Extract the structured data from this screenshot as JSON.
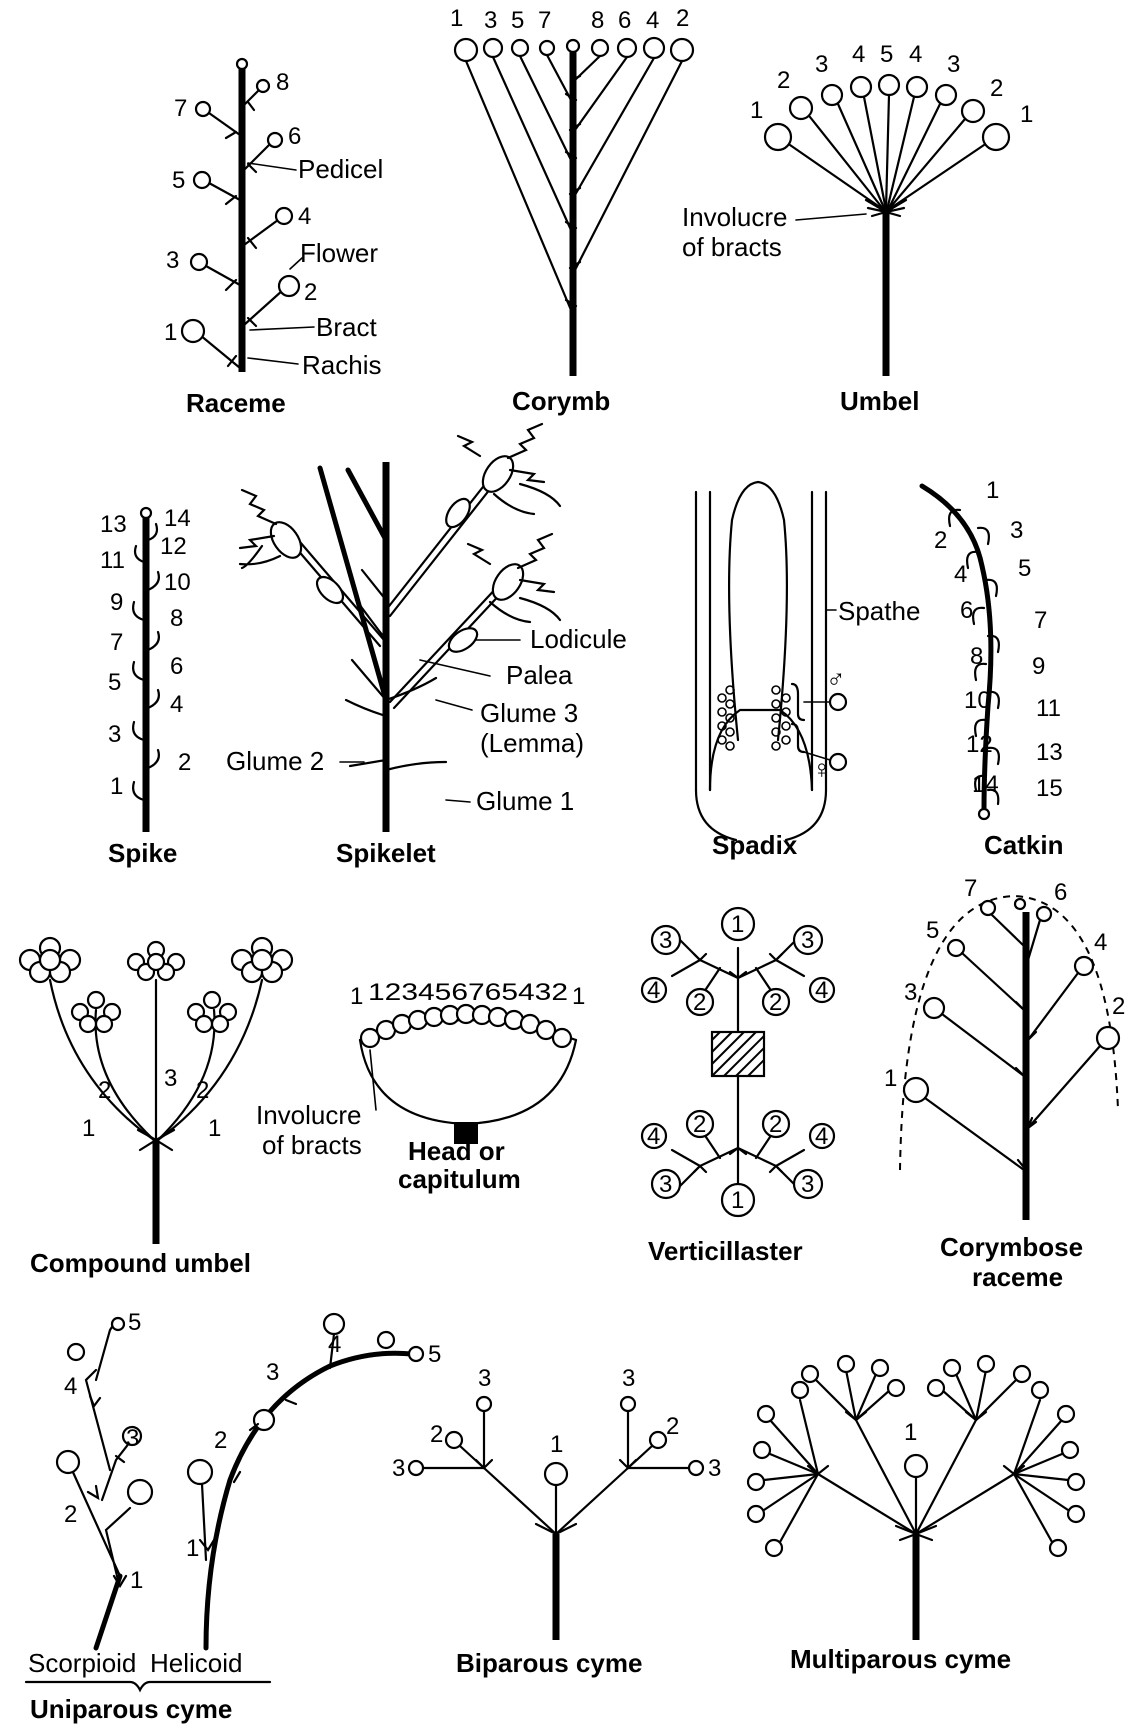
{
  "diagrams": {
    "raceme": {
      "title": "Raceme",
      "labels": {
        "pedicel": "Pedicel",
        "flower": "Flower",
        "bract": "Bract",
        "rachis": "Rachis"
      },
      "numbers": [
        "1",
        "2",
        "3",
        "4",
        "5",
        "6",
        "7",
        "8"
      ]
    },
    "corymb": {
      "title": "Corymb",
      "numbers": [
        "1",
        "3",
        "5",
        "7",
        "8",
        "6",
        "4",
        "2"
      ]
    },
    "umbel": {
      "title": "Umbel",
      "labels": {
        "involucre_1": "Involucre",
        "involucre_2": "of bracts"
      },
      "numbers": [
        "1",
        "2",
        "3",
        "4",
        "5",
        "4",
        "3",
        "2",
        "1"
      ]
    },
    "spike": {
      "title": "Spike",
      "numbers": [
        "1",
        "2",
        "3",
        "4",
        "5",
        "6",
        "7",
        "8",
        "9",
        "10",
        "11",
        "12",
        "13",
        "14"
      ]
    },
    "spikelet": {
      "title": "Spikelet",
      "labels": {
        "lodicule": "Lodicule",
        "palea": "Palea",
        "glume3": "Glume 3",
        "lemma": "(Lemma)",
        "glume2": "Glume 2",
        "glume1": "Glume 1"
      }
    },
    "spadix": {
      "title": "Spadix",
      "labels": {
        "spathe": "Spathe",
        "male": "♂",
        "female": "♀"
      }
    },
    "catkin": {
      "title": "Catkin",
      "numbers": [
        "1",
        "2",
        "3",
        "4",
        "5",
        "6",
        "7",
        "8",
        "9",
        "10",
        "11",
        "12",
        "13",
        "14",
        "15"
      ]
    },
    "compound_umbel": {
      "title": "Compound umbel",
      "numbers": [
        "1",
        "2",
        "3",
        "2",
        "1"
      ]
    },
    "head": {
      "title_1": "Head or",
      "title_2": "capitulum",
      "labels": {
        "involucre_1": "Involucre",
        "involucre_2": "of bracts"
      },
      "sequence": "123456765432",
      "numbers_end": [
        "1",
        "1"
      ]
    },
    "verticillaster": {
      "title": "Verticillaster",
      "numbers": [
        "1",
        "2",
        "3",
        "4"
      ]
    },
    "corymbose_raceme": {
      "title_1": "Corymbose",
      "title_2": "raceme",
      "numbers": [
        "1",
        "2",
        "3",
        "4",
        "5",
        "6",
        "7"
      ]
    },
    "uniparous": {
      "title": "Uniparous cyme",
      "scorpioid": "Scorpioid",
      "helicoid": "Helicoid",
      "numbers": [
        "1",
        "2",
        "3",
        "4",
        "5"
      ]
    },
    "biparous": {
      "title": "Biparous cyme",
      "numbers": [
        "1",
        "2",
        "3"
      ]
    },
    "multiparous": {
      "title": "Multiparous cyme",
      "numbers": [
        "1"
      ]
    }
  }
}
